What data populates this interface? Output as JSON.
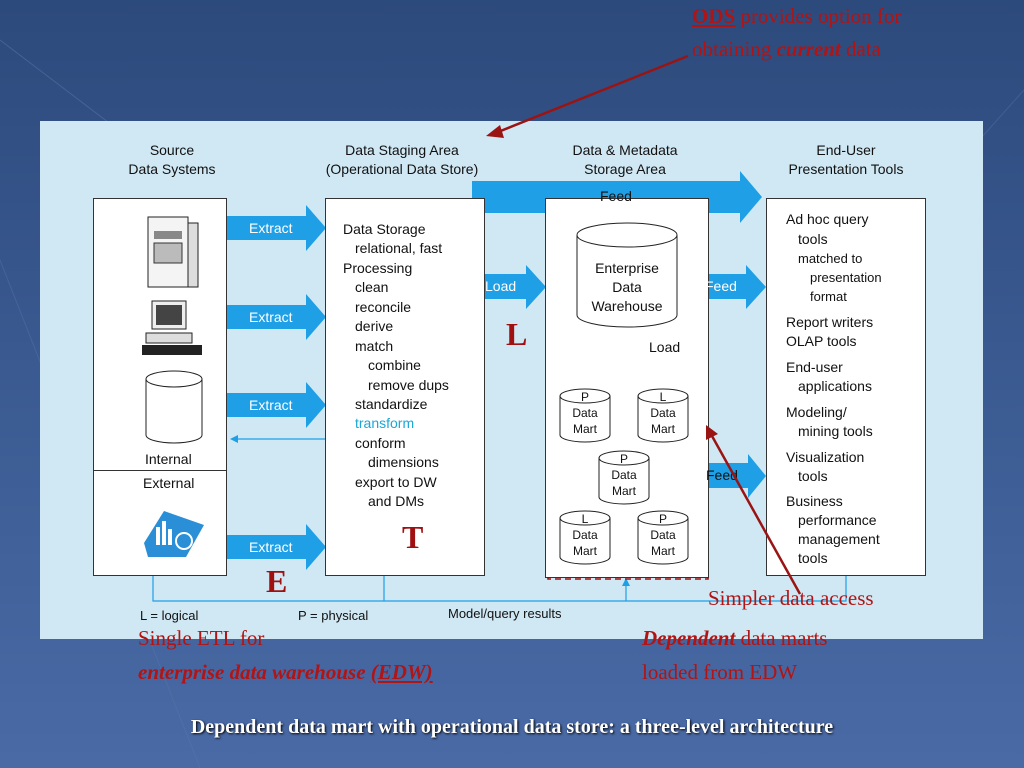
{
  "annotations": {
    "ods_word": "ODS",
    "ods_rest": " provides option for",
    "ods_line2_a": "obtaining ",
    "ods_line2_em": "current",
    "ods_line2_b": " data",
    "simpler": "Simpler data access",
    "single_l1": "Single ETL for",
    "single_l2_em": "enterprise data warehouse ",
    "single_l2_edw": "(EDW)",
    "dep_em": "Dependent",
    "dep_rest": " data marts",
    "dep_l2": "loaded from EDW"
  },
  "letters": {
    "E": "E",
    "T": "T",
    "L": "L"
  },
  "caption": "Dependent data mart with operational data store: a three-level architecture",
  "columns": {
    "source": [
      "Source",
      "Data Systems"
    ],
    "staging": [
      "Data Staging Area",
      "(Operational Data Store)"
    ],
    "storage": [
      "Data & Metadata",
      "Storage Area"
    ],
    "enduser": [
      "End-User",
      "Presentation Tools"
    ]
  },
  "source_box": {
    "internal": "Internal",
    "external": "External"
  },
  "arrows": {
    "extract": "Extract",
    "load": "Load",
    "feed": "Feed"
  },
  "staging_items": [
    "Data Storage",
    "relational, fast",
    "Processing",
    "clean",
    "reconcile",
    "derive",
    "match",
    "combine",
    "remove dups",
    "standardize",
    "transform",
    "conform",
    "dimensions",
    "export to DW",
    "and DMs"
  ],
  "warehouse": [
    "Enterprise",
    "Data",
    "Warehouse"
  ],
  "marts": [
    {
      "code": "P",
      "l1": "Data",
      "l2": "Mart"
    },
    {
      "code": "L",
      "l1": "Data",
      "l2": "Mart"
    },
    {
      "code": "P",
      "l1": "Data",
      "l2": "Mart"
    },
    {
      "code": "L",
      "l1": "Data",
      "l2": "Mart"
    },
    {
      "code": "P",
      "l1": "Data",
      "l2": "Mart"
    }
  ],
  "enduser_items": [
    "Ad hoc query",
    "tools",
    "matched to",
    "presentation",
    "format",
    "Report writers",
    "OLAP tools",
    "End-user",
    "applications",
    "Modeling/",
    "mining tools",
    "Visualization",
    "tools",
    "Business",
    "performance",
    "management",
    "tools"
  ],
  "legend": {
    "logical": "L = logical",
    "physical": "P = physical",
    "model": "Model/query results"
  },
  "colors": {
    "arrow": "#1e9fe6",
    "annotation": "#b01414",
    "transform": "#1aa6d6",
    "panel": "#d0e8f4"
  }
}
